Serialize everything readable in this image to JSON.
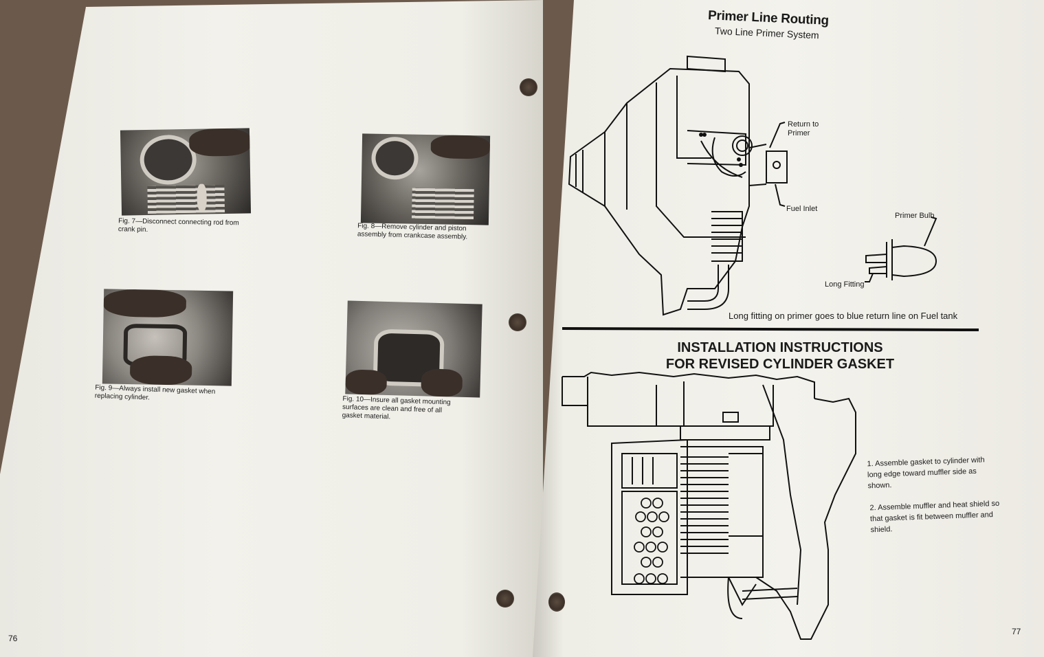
{
  "left_page": {
    "page_number": "76",
    "figures": [
      {
        "caption": "Fig. 7—Disconnect connecting rod from crank pin.",
        "icon": "engine-photo"
      },
      {
        "caption": "Fig. 8—Remove cylinder and piston assembly from crankcase assembly.",
        "icon": "engine-photo"
      },
      {
        "caption": "Fig. 9—Always install new gasket when replacing cylinder.",
        "icon": "engine-photo"
      },
      {
        "caption": "Fig. 10—Insure all gasket mounting surfaces are clean and free of all gasket material.",
        "icon": "engine-photo"
      }
    ]
  },
  "right_page": {
    "page_number": "77",
    "primer": {
      "title": "Primer Line Routing",
      "subtitle": "Two Line Primer System",
      "labels": {
        "return": "Return to\nPrimer",
        "fuel_inlet": "Fuel Inlet",
        "primer_bulb": "Primer Bulb",
        "long_fitting": "Long Fitting"
      },
      "note": "Long fitting on primer goes to blue return line on Fuel tank"
    },
    "installation": {
      "title_line1": "INSTALLATION INSTRUCTIONS",
      "title_line2": "FOR REVISED CYLINDER GASKET",
      "steps": [
        {
          "num": "1.",
          "text": "Assemble gasket to cylinder with long edge toward muffler side as shown."
        },
        {
          "num": "2.",
          "text": "Assemble muffler and heat shield so that gasket is fit between muffler and shield."
        }
      ]
    }
  }
}
